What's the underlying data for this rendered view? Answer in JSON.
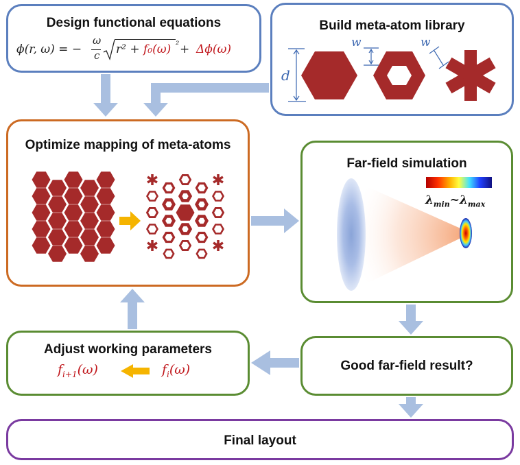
{
  "boxes": {
    "design": {
      "title": "Design functional equations"
    },
    "library": {
      "title": "Build meta-atom library"
    },
    "optimize": {
      "title": "Optimize mapping of meta-atoms"
    },
    "farfield": {
      "title": "Far-field simulation"
    },
    "adjust": {
      "title": "Adjust working parameters"
    },
    "good": {
      "title": "Good far-field result?"
    },
    "final": {
      "title": "Final layout"
    }
  },
  "equation": {
    "lhs": "ϕ(r, ω) = −",
    "frac_num": "ω",
    "frac_den": "c",
    "sqrt_body": "r² + ",
    "f0": "f₀(ω)",
    "sqrt_tail": "²",
    "plus": " + ",
    "delta": "Δϕ(ω)"
  },
  "library_labels": {
    "d": "d",
    "w1": "w",
    "w2": "w"
  },
  "colorbar_label": "λmin~λmax",
  "colorbar_parts": {
    "lam1": "λ",
    "sub1": "min",
    "tilde": "~",
    "lam2": "λ",
    "sub2": "max"
  },
  "adjust_eq": {
    "left": "f",
    "left_sub": "i+1",
    "left_arg": "(ω)",
    "right": "f",
    "right_sub": "i",
    "right_arg": "(ω)"
  },
  "colors": {
    "blue_border": "#5b7fbe",
    "orange_border": "#cc6a22",
    "green_border": "#5a8c32",
    "purple_border": "#7a3aa0",
    "arrow": "#a9bfe0",
    "atom": "#a52a2a",
    "yellow_arrow": "#f5b400",
    "red_text": "#c0171c",
    "label_blue": "#3a66b0"
  }
}
